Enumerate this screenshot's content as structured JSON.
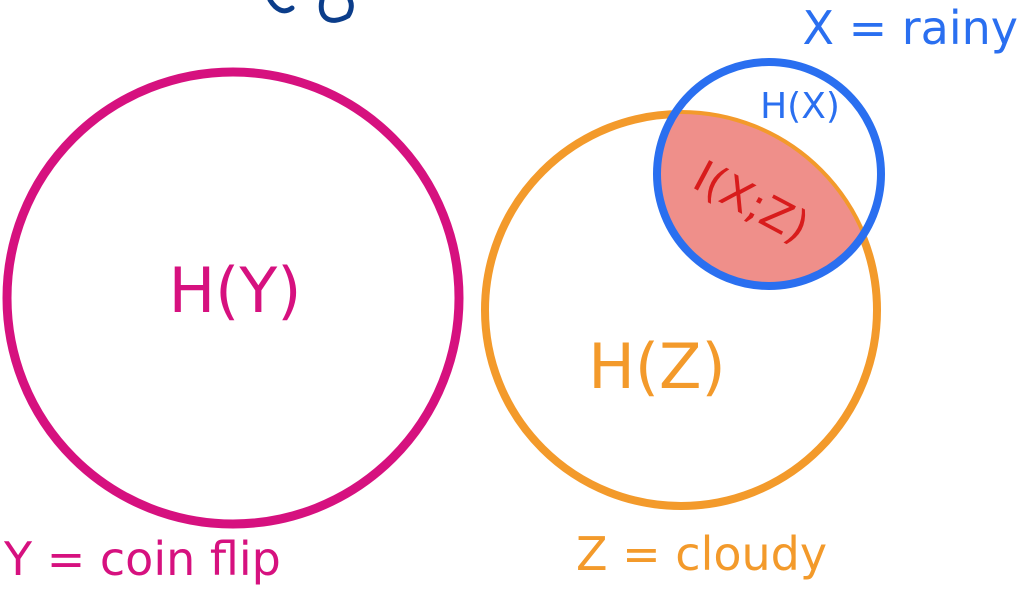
{
  "colors": {
    "pink": "#d6117f",
    "orange": "#f39a2b",
    "blue": "#2a6ff0",
    "red": "#d81c1c",
    "overlap_fill": "#ef8f8a",
    "navy": "#0b3d8a"
  },
  "circles": {
    "y": {
      "label": "H(Y)",
      "caption": "Y = coin flip"
    },
    "z": {
      "label": "H(Z)",
      "caption": "Z = cloudy"
    },
    "x": {
      "label": "H(X)",
      "caption": "X = rainy"
    },
    "overlap": {
      "label": "I(X;Z)"
    }
  }
}
